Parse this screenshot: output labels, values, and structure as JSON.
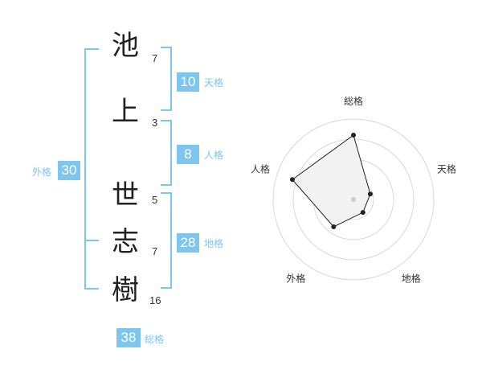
{
  "characters": [
    {
      "char": "池",
      "strokes": "7"
    },
    {
      "char": "上",
      "strokes": "3"
    },
    {
      "char": "世",
      "strokes": "5"
    },
    {
      "char": "志",
      "strokes": "7"
    },
    {
      "char": "樹",
      "strokes": "16"
    }
  ],
  "fortunes": {
    "tenkaku": {
      "label": "天格",
      "value": "10"
    },
    "jinkaku": {
      "label": "人格",
      "value": "8"
    },
    "chikaku": {
      "label": "地格",
      "value": "28"
    },
    "gaikaku": {
      "label": "外格",
      "value": "30"
    },
    "soukaku": {
      "label": "総格",
      "value": "38"
    }
  },
  "colors": {
    "accent": "#7cc6f0",
    "radar_fill": "#f2f2f2",
    "radar_ring": "#d8d8d8"
  },
  "chart_data": {
    "type": "radar",
    "axes": [
      "総格",
      "天格",
      "地格",
      "外格",
      "人格"
    ],
    "values": [
      0.8,
      0.22,
      0.2,
      0.42,
      0.8
    ],
    "rmax": 1
  }
}
